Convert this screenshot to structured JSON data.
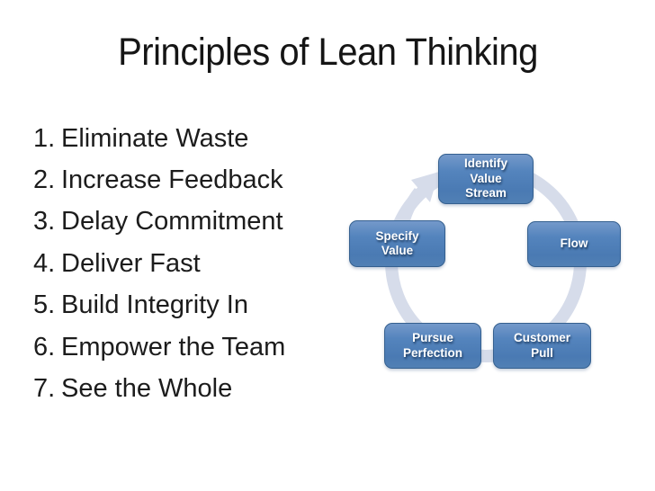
{
  "slide": {
    "title": "Principles of Lean Thinking",
    "list": {
      "items": [
        {
          "number": "1.",
          "text": "Eliminate Waste"
        },
        {
          "number": "2.",
          "text": "Increase Feedback"
        },
        {
          "number": "3.",
          "text": "Delay Commitment"
        },
        {
          "number": "4.",
          "text": "Deliver Fast"
        },
        {
          "number": "5.",
          "text": "Build Integrity In"
        },
        {
          "number": "6.",
          "text": "Empower the Team"
        },
        {
          "number": "7.",
          "text": "See the Whole"
        }
      ]
    },
    "diagram": {
      "type": "cycle",
      "direction": "clockwise",
      "nodes": {
        "identify": "Identify\nValue\nStream",
        "flow": "Flow",
        "customer_pull": "Customer\nPull",
        "pursue_perfection": "Pursue\nPerfection",
        "specify_value": "Specify\nValue"
      }
    },
    "colors": {
      "node_fill": "#4f81bd",
      "node_border": "#35608f",
      "node_text": "#ffffff",
      "ring": "#d6dcea",
      "title_text": "#151515",
      "list_text": "#1c1c1c"
    }
  }
}
